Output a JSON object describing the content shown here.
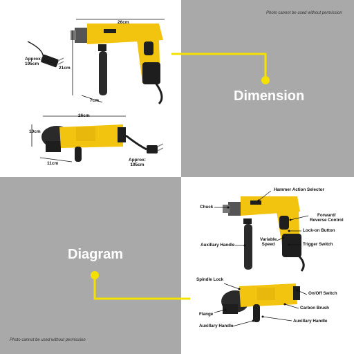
{
  "panels": {
    "dimension": {
      "title": "Dimension",
      "watermark": "Photo cannot be used without permission",
      "drill": {
        "width": "26cm",
        "height": "21cm",
        "depth": "7cm",
        "cord": "Approx:\n195cm"
      },
      "grinder": {
        "width": "26cm",
        "height": "10cm",
        "depth": "11cm",
        "cord": "Approx:\n195cm"
      }
    },
    "diagram": {
      "title": "Diagram",
      "watermark": "Photo cannot be used without permission",
      "drill_labels": {
        "hammer": "Hammer Action Selector",
        "chuck": "Chuck",
        "forward": "Forward/\nReverse Control",
        "lock": "Lock-on Button",
        "variable": "Variable\nSpeed",
        "trigger": "Trigger Switch",
        "aux": "Auxillary Handle"
      },
      "grinder_labels": {
        "spindle": "Spindle Lock",
        "onoff": "On/Off Switch",
        "carbon": "Carbon Brush",
        "flange": "Flange",
        "aux2": "Auxillary Handle",
        "aux1": "Auxillary Handle"
      }
    }
  },
  "colors": {
    "accent": "#f5e100",
    "tool_yellow": "#f2c40f",
    "panel_gray": "#a9a9a9",
    "tool_black": "#1e1e1e"
  }
}
